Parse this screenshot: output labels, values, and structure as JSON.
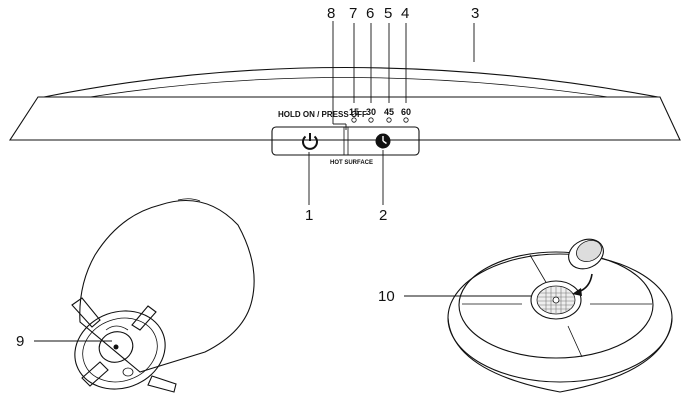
{
  "callouts": {
    "c1": "1",
    "c2": "2",
    "c3": "3",
    "c4": "4",
    "c5": "5",
    "c6": "6",
    "c7": "7",
    "c8": "8",
    "c9": "9",
    "c10": "10"
  },
  "labels": {
    "hold_on_press_off": "HOLD ON / PRESS OFF",
    "hot_surface": "HOT SURFACE"
  },
  "timers": [
    "15",
    "30",
    "45",
    "60"
  ],
  "icons": {
    "power": "power-icon",
    "clock": "clock-icon"
  }
}
